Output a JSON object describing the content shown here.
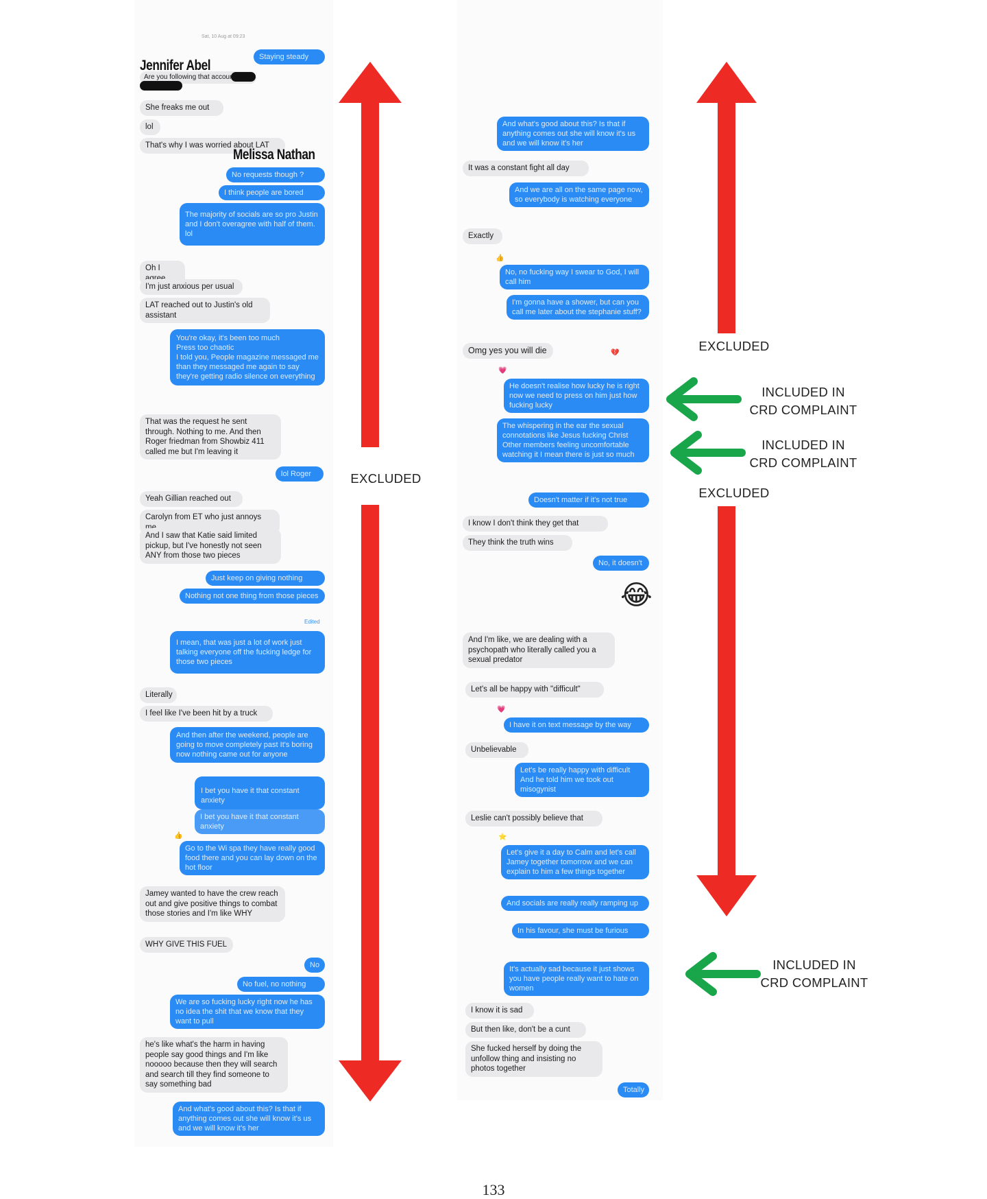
{
  "left_column": {
    "timestamp": "Sat, 10 Aug at 09:23",
    "name_jennifer": "Jennifer Abel",
    "name_melissa": "Melissa Nathan",
    "edited_label": "Edited",
    "messages": [
      {
        "side": "out",
        "text": "Staying steady"
      },
      {
        "side": "in",
        "text": "Are you following that account tho"
      },
      {
        "side": "in",
        "text": "She freaks me out"
      },
      {
        "side": "in",
        "text": "lol"
      },
      {
        "side": "in",
        "text": "That's why I was worried about LAT"
      },
      {
        "side": "out",
        "text": "No requests though ?"
      },
      {
        "side": "out",
        "text": "I think people are bored"
      },
      {
        "side": "out",
        "text": "The majority of socials are so pro Justin and I don't overagree with half of them. lol"
      },
      {
        "side": "in",
        "text": "Oh I agree"
      },
      {
        "side": "in",
        "text": "I'm just anxious per usual"
      },
      {
        "side": "in",
        "text": "LAT reached out to Justin's old assistant"
      },
      {
        "side": "out",
        "text": "You're okay, it's been too much\nPress too chaotic\nI told you, People magazine messaged me than they messaged me again to say they're getting radio silence on everything"
      },
      {
        "side": "in",
        "text": "That was the request he sent through. Nothing to me. And then Roger friedman from Showbiz 411 called me but I'm leaving it"
      },
      {
        "side": "out",
        "text": "lol Roger"
      },
      {
        "side": "in",
        "text": "Yeah Gillian reached out"
      },
      {
        "side": "in",
        "text": "Carolyn from ET who just annoys me"
      },
      {
        "side": "in",
        "text": "And I saw that Katie said limited pickup, but I've honestly not seen ANY from those two pieces"
      },
      {
        "side": "out",
        "text": "Just keep on giving nothing"
      },
      {
        "side": "out",
        "text": "Nothing not one thing from those pieces"
      },
      {
        "side": "out",
        "text": "I mean, that was just a lot of work just talking everyone off the fucking ledge for those two pieces"
      },
      {
        "side": "in",
        "text": "Literally"
      },
      {
        "side": "in",
        "text": "I feel like I've been hit by a truck"
      },
      {
        "side": "out",
        "text": "And then after the weekend, people are going to move completely past It's boring now nothing came out for anyone"
      },
      {
        "side": "out",
        "text": "I bet you have it that constant anxiety"
      },
      {
        "side": "out",
        "text": "I bet you have it that constant anxiety"
      },
      {
        "side": "out",
        "text": "Go to the Wi spa they have really good food there and you can lay down on the hot floor"
      },
      {
        "side": "in",
        "text": "Jamey wanted to have the crew reach out and give positive things to combat those stories and I'm like WHY"
      },
      {
        "side": "in",
        "text": "WHY GIVE THIS FUEL"
      },
      {
        "side": "out",
        "text": "No"
      },
      {
        "side": "out",
        "text": "No fuel, no nothing"
      },
      {
        "side": "out",
        "text": "We are so fucking lucky right now he has no idea the shit that we know that they want to pull"
      },
      {
        "side": "in",
        "text": "he's like what's the harm in having people say good things and I'm like nooooo because then they will search and search till they find someone to say something bad"
      },
      {
        "side": "out",
        "text": "And what's good about this? Is that if anything comes out she will know it's us and we will know it's her"
      }
    ]
  },
  "right_column": {
    "messages": [
      {
        "side": "out",
        "text": "And what's good about this? Is that if anything comes out she will know it's us and we will know it's her"
      },
      {
        "side": "in",
        "text": "It was a constant fight all day"
      },
      {
        "side": "out",
        "text": "And we are all on the same page now, so everybody is watching everyone"
      },
      {
        "side": "in",
        "text": "Exactly"
      },
      {
        "side": "out",
        "text": "No, no fucking way I swear to God, I will call him"
      },
      {
        "side": "out",
        "text": "I'm gonna have a shower, but can you call me later about the stephanie stuff?"
      },
      {
        "side": "in",
        "text": "Omg yes you will die"
      },
      {
        "side": "out",
        "text": "He doesn't realise how lucky he is right now we need to press on him just how fucking lucky"
      },
      {
        "side": "out",
        "text": "The whispering in the ear the sexual connotations like Jesus fucking Christ\nOther members feeling uncomfortable watching it I mean there is just so much"
      },
      {
        "side": "out",
        "text": "Doesn't matter if it's not true"
      },
      {
        "side": "in",
        "text": "I know I don't think they get that"
      },
      {
        "side": "in",
        "text": "They think the truth wins"
      },
      {
        "side": "out",
        "text": "No, it doesn't"
      },
      {
        "side": "in",
        "text": "And I'm like, we are dealing with a psychopath who literally called you a sexual predator"
      },
      {
        "side": "in",
        "text": "Let's all be happy with \"difficult\""
      },
      {
        "side": "out",
        "text": "I have it on text message by the way"
      },
      {
        "side": "in",
        "text": "Unbelievable"
      },
      {
        "side": "out",
        "text": "Let's be really happy with difficult And he told him we took out misogynist"
      },
      {
        "side": "in",
        "text": "Leslie can't possibly believe that"
      },
      {
        "side": "out",
        "text": "Let's give it a day to Calm and let's call Jamey together tomorrow and we can explain to him a few things together"
      },
      {
        "side": "out",
        "text": "And socials are really really ramping up"
      },
      {
        "side": "out",
        "text": "In his favour, she must be furious"
      },
      {
        "side": "out",
        "text": "It's actually sad because it just shows you have people really want to hate on women"
      },
      {
        "side": "in",
        "text": "I know it is sad"
      },
      {
        "side": "in",
        "text": "But then like, don't be a cunt"
      },
      {
        "side": "in",
        "text": "She fucked herself by doing the unfollow thing and insisting no photos together"
      },
      {
        "side": "out",
        "text": "Totally"
      }
    ]
  },
  "annotations": {
    "excluded": "EXCLUDED",
    "included_line1": "INCLUDED IN",
    "included_line2": "CRD COMPLAINT"
  },
  "icons": {
    "laugh_emoji": "😂",
    "heart": "💗",
    "heart_broken": "💔",
    "star": "⭐",
    "reaction": "👍"
  },
  "colors": {
    "imessage_blue": "#2b8bf5",
    "incoming_gray": "#e9e9eb",
    "excluded_arrow_red": "#ee2a24",
    "included_arrow_green": "#19a64a"
  },
  "page_number": "133"
}
